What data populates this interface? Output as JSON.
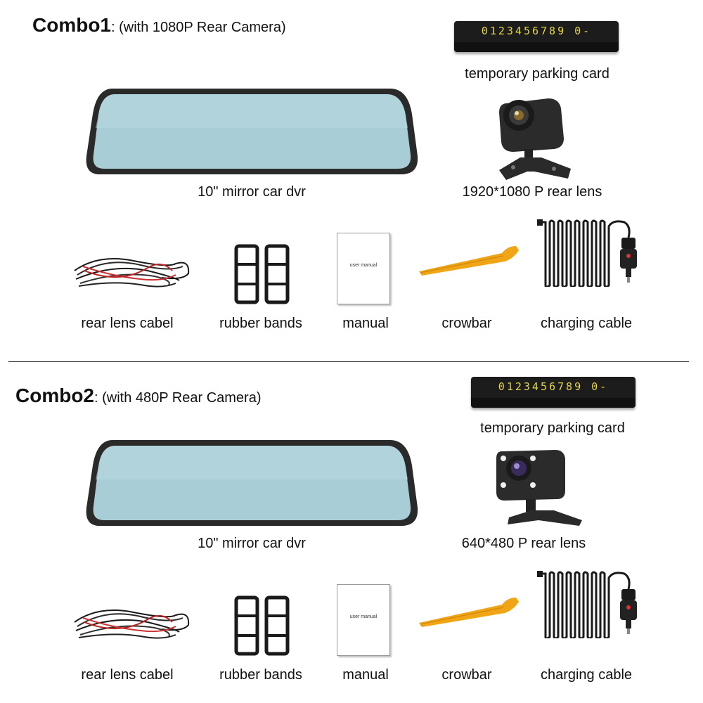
{
  "combos": [
    {
      "name": "Combo1",
      "suffix": ": (with 1080P Rear Camera)",
      "parking_card_digits": "0123456789 0-",
      "labels": {
        "parking_card": "temporary parking card",
        "mirror": "10\" mirror car dvr",
        "rear_lens": "1920*1080 P rear lens",
        "cable": "rear lens cabel",
        "bands": "rubber bands",
        "manual": "manual",
        "crowbar": "crowbar",
        "charging": "charging cable"
      },
      "manual_cover_text": "user manual"
    },
    {
      "name": "Combo2",
      "suffix": ": (with 480P Rear Camera)",
      "parking_card_digits": "0123456789 0-",
      "labels": {
        "parking_card": "temporary parking card",
        "mirror": "10\" mirror car dvr",
        "rear_lens": "640*480 P rear lens",
        "cable": "rear lens cabel",
        "bands": "rubber bands",
        "manual": "manual",
        "crowbar": "crowbar",
        "charging": "charging cable"
      },
      "manual_cover_text": "user manual"
    }
  ],
  "colors": {
    "mirror_glass": "#a9cdd6",
    "mirror_frame": "#2a2a2a",
    "crowbar": "#f0a516",
    "card_digits": "#e6d640"
  }
}
